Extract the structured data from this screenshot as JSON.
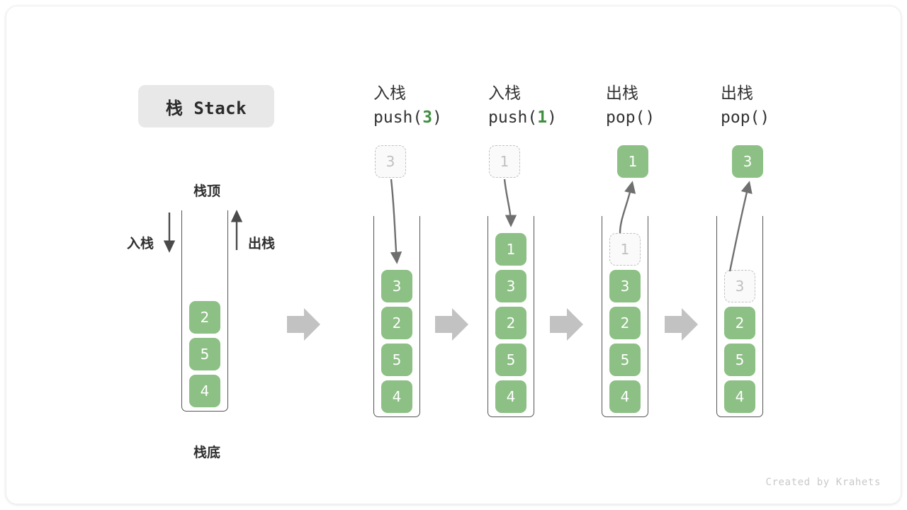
{
  "title_chip": {
    "label": "栈 Stack"
  },
  "footer": {
    "credit": "Created by Krahets"
  },
  "colors": {
    "element_fill": "#8cc084",
    "element_text": "#ffffff",
    "ghost_border": "#c2c2c2",
    "ghost_text": "#c0c0c0",
    "accent_green": "#3f8f3f",
    "arrow_gray": "#bdbdbd",
    "curve_gray": "#6f6f6f",
    "container_border": "#555555",
    "chip_bg": "#e8e8e8"
  },
  "initial_column": {
    "top_label": "栈顶",
    "bottom_label": "栈底",
    "push_label": "入栈",
    "pop_label": "出栈",
    "push_arrow_direction": "down",
    "pop_arrow_direction": "up",
    "cells": [
      {
        "value": "2",
        "state": "filled",
        "slot": 3
      },
      {
        "value": "5",
        "state": "filled",
        "slot": 4
      },
      {
        "value": "4",
        "state": "filled",
        "slot": 5
      }
    ]
  },
  "steps": [
    {
      "id": "push-3",
      "op_cn": "入栈",
      "op_code_prefix": "push(",
      "op_code_arg": "3",
      "op_code_suffix": ")",
      "floating": {
        "value": "3",
        "state": "ghost"
      },
      "curve": "down",
      "cells": [
        {
          "value": "3",
          "state": "filled",
          "slot": 2
        },
        {
          "value": "2",
          "state": "filled",
          "slot": 3
        },
        {
          "value": "5",
          "state": "filled",
          "slot": 4
        },
        {
          "value": "4",
          "state": "filled",
          "slot": 5
        }
      ]
    },
    {
      "id": "push-1",
      "op_cn": "入栈",
      "op_code_prefix": "push(",
      "op_code_arg": "1",
      "op_code_suffix": ")",
      "floating": {
        "value": "1",
        "state": "ghost"
      },
      "curve": "down",
      "cells": [
        {
          "value": "1",
          "state": "filled",
          "slot": 1
        },
        {
          "value": "3",
          "state": "filled",
          "slot": 2
        },
        {
          "value": "2",
          "state": "filled",
          "slot": 3
        },
        {
          "value": "5",
          "state": "filled",
          "slot": 4
        },
        {
          "value": "4",
          "state": "filled",
          "slot": 5
        }
      ]
    },
    {
      "id": "pop-1",
      "op_cn": "出栈",
      "op_code_prefix": "pop(",
      "op_code_arg": "",
      "op_code_suffix": ")",
      "floating": {
        "value": "1",
        "state": "filled"
      },
      "curve": "up",
      "cells": [
        {
          "value": "1",
          "state": "ghost",
          "slot": 1
        },
        {
          "value": "3",
          "state": "filled",
          "slot": 2
        },
        {
          "value": "2",
          "state": "filled",
          "slot": 3
        },
        {
          "value": "5",
          "state": "filled",
          "slot": 4
        },
        {
          "value": "4",
          "state": "filled",
          "slot": 5
        }
      ]
    },
    {
      "id": "pop-3",
      "op_cn": "出栈",
      "op_code_prefix": "pop(",
      "op_code_arg": "",
      "op_code_suffix": ")",
      "floating": {
        "value": "3",
        "state": "filled"
      },
      "curve": "up-long",
      "cells": [
        {
          "value": "3",
          "state": "ghost",
          "slot": 2
        },
        {
          "value": "2",
          "state": "filled",
          "slot": 3
        },
        {
          "value": "5",
          "state": "filled",
          "slot": 4
        },
        {
          "value": "4",
          "state": "filled",
          "slot": 5
        }
      ]
    }
  ],
  "flow_arrows": {
    "count": 4,
    "glyph": "block-arrow-right"
  }
}
